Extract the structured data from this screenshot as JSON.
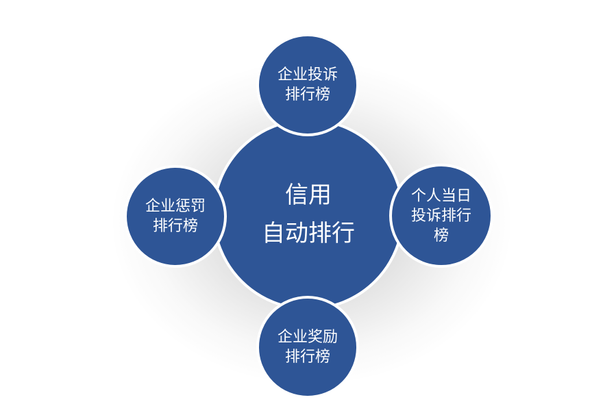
{
  "diagram": {
    "center": {
      "lines": [
        "信用",
        "自动排行"
      ],
      "color": "#2e5596"
    },
    "nodes": {
      "top": {
        "lines": [
          "企业投诉",
          "排行榜"
        ]
      },
      "right": {
        "lines": [
          "个人当日",
          "投诉排行",
          "榜"
        ]
      },
      "bottom": {
        "lines": [
          "企业奖励",
          "排行榜"
        ]
      },
      "left": {
        "lines": [
          "企业惩罚",
          "排行榜"
        ]
      }
    },
    "node_color": "#2e5596",
    "border_color": "#ffffff",
    "text_color": "#ffffff"
  }
}
